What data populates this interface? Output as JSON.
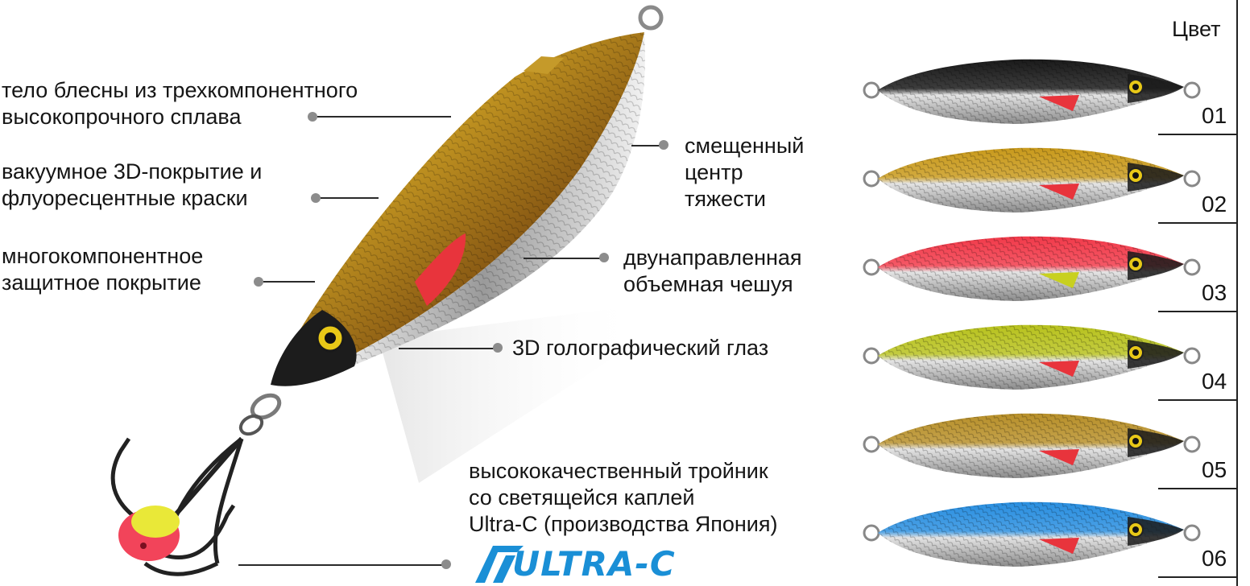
{
  "callouts": {
    "body_line1": "тело блесны из трехкомпонентного",
    "body_line2": "высокопрочного сплава",
    "coating_line1": "вакуумное 3D-покрытие и",
    "coating_line2": "флуоресцентные краски",
    "protect_line1": "многокомпонентное",
    "protect_line2": "защитное покрытие",
    "center_line1": "смещенный",
    "center_line2": "центр",
    "center_line3": "тяжести",
    "scale_line1": "двунаправленная",
    "scale_line2": "объемная чешуя",
    "eye": "3D голографический глаз",
    "hook_line1": "высококачественный тройник",
    "hook_line2": "со светящейся каплей",
    "hook_line3": "Ultra-C (производства Япония)"
  },
  "logo": {
    "text": "ULTRA-C"
  },
  "colors_panel": {
    "header": "Цвет",
    "items": [
      {
        "code": "01",
        "back_color": "#1a1a1a"
      },
      {
        "code": "02",
        "back_color": "#c99a1c"
      },
      {
        "code": "03",
        "back_color": "#f23a4a"
      },
      {
        "code": "04",
        "back_color": "#b8c21e"
      },
      {
        "code": "05",
        "back_color": "#b8902a"
      },
      {
        "code": "06",
        "back_color": "#2a8fe0"
      }
    ]
  },
  "accent_colors": {
    "fin": "#e8343c",
    "eye": "#e8c817",
    "glow_drop_top": "#e9e838",
    "glow_drop_bottom": "#f2445a",
    "logo_blue": "#1a8fd6"
  }
}
